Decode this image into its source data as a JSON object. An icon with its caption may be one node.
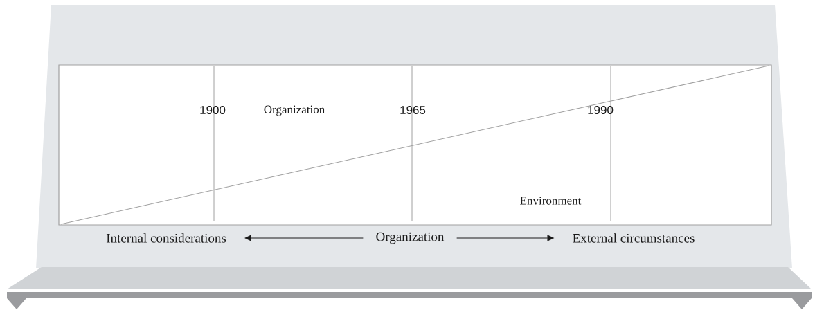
{
  "diagram": {
    "nodes": [
      {
        "text": [
          "Internal considerations"
        ]
      },
      {
        "text": [
          "Organization"
        ]
      },
      {
        "text": [
          "External circumstances"
        ]
      }
    ],
    "edges": [
      {
        "from": 1,
        "to": 0,
        "arrow": "to"
      },
      {
        "from": 1,
        "to": 2,
        "arrow": "to"
      }
    ],
    "labels": [
      "1900",
      "Organization",
      "1965",
      "1990",
      "Environment"
    ]
  }
}
